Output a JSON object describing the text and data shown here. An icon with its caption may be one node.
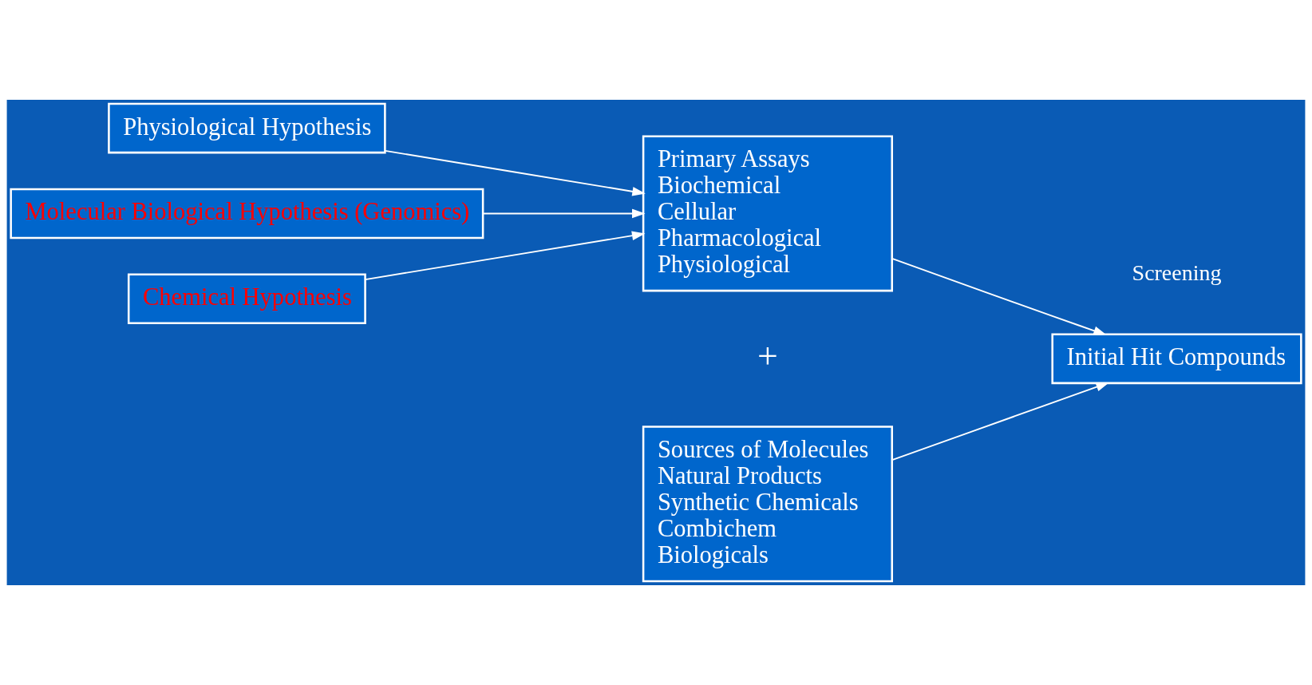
{
  "diagram": {
    "nodes": [
      {
        "text": [
          "Physiological Hypothesis"
        ]
      },
      {
        "text": [
          "Molecular Biological Hypothesis (Genomics)"
        ]
      },
      {
        "text": [
          "Chemical Hypothesis"
        ]
      },
      {
        "text": [
          "Primary Assays",
          "Biochemical",
          "Cellular",
          "Pharmacological",
          "Physiological"
        ]
      },
      {
        "text": [
          "Sources of Molecules",
          "Natural Products",
          "Synthetic Chemicals",
          "Combichem",
          "Biologicals"
        ]
      },
      {
        "text": [
          "Initial Hit Compounds"
        ]
      }
    ],
    "edges": [
      {
        "from": 0,
        "to": 3,
        "arrow": "to"
      },
      {
        "from": 1,
        "to": 3,
        "arrow": "to"
      },
      {
        "from": 2,
        "to": 3,
        "arrow": "to"
      },
      {
        "from": 3,
        "to": 5,
        "arrow": "to"
      },
      {
        "from": 4,
        "to": 5,
        "arrow": "to"
      }
    ],
    "labels": [
      "+",
      "Screening"
    ]
  }
}
